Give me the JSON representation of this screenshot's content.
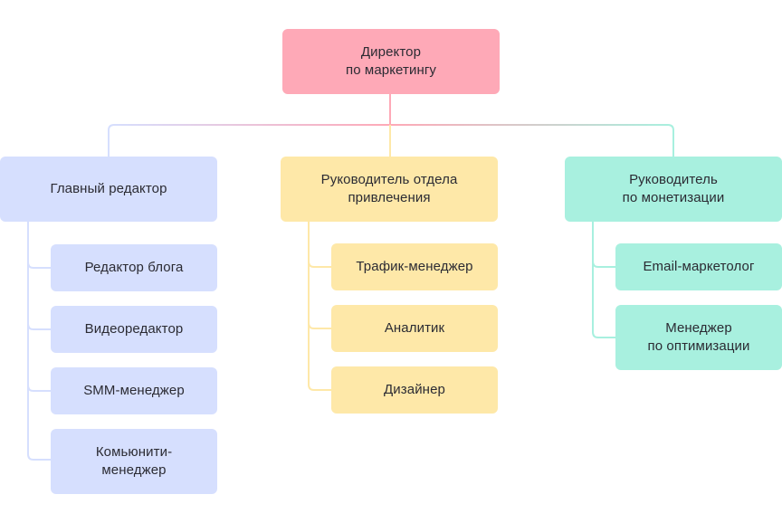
{
  "root": {
    "line1": "Директор",
    "line2": "по маркетингу"
  },
  "branches": [
    {
      "head": {
        "line1": "Главный редактор",
        "line2": ""
      },
      "color": "#d6dffe",
      "line_color": "#d6dffe",
      "children": [
        "Редактор блога",
        "Видеоредактор",
        "SMM-менеджер",
        "Комьюнити-\nменеджер"
      ]
    },
    {
      "head": {
        "line1": "Руководитель отдела",
        "line2": "привлечения"
      },
      "color": "#fee8a8",
      "line_color": "#fee8a8",
      "children": [
        "Трафик-менеджер",
        "Аналитик",
        "Дизайнер"
      ]
    },
    {
      "head": {
        "line1": "Руководитель",
        "line2": "по монетизации"
      },
      "color": "#a8f0df",
      "line_color": "#a8f0df",
      "children": [
        "Email-маркетолог",
        "Менеджер\nпо оптимизации"
      ]
    }
  ],
  "colors": {
    "root": "#fea9b7",
    "connector_gradient": [
      "#d6dffe",
      "#fea9b7",
      "#a8f0df"
    ]
  }
}
